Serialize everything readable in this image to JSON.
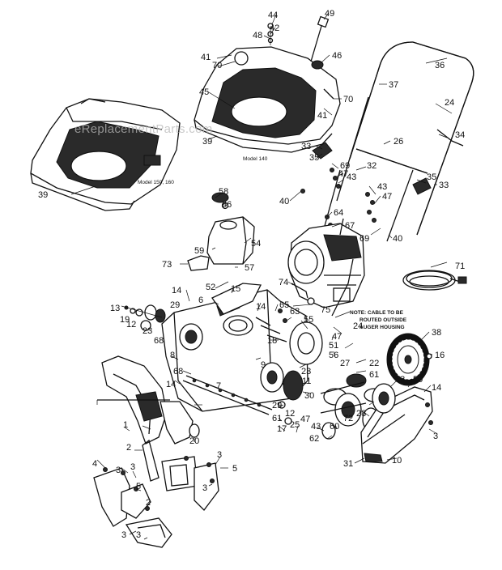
{
  "watermark": "eReplacementParts.com",
  "model_labels": {
    "model_150_160": "Model 150, 160",
    "model_140": "Model 140"
  },
  "note": {
    "line1": "NOTE: CABLE TO BE",
    "line2": "ROUTED OUTSIDE",
    "line3": "AUGER HOUSING"
  },
  "parts": [
    "1",
    "2",
    "3",
    "4",
    "5",
    "6",
    "7",
    "8",
    "9",
    "10",
    "11",
    "12",
    "13",
    "14",
    "15",
    "16",
    "17",
    "18",
    "19",
    "20",
    "22",
    "23",
    "24",
    "25",
    "26",
    "27",
    "28",
    "29",
    "30",
    "31",
    "32",
    "33",
    "34",
    "35",
    "36",
    "37",
    "38",
    "39",
    "40",
    "41",
    "42",
    "43",
    "44",
    "45",
    "46",
    "47",
    "48",
    "49",
    "50",
    "51",
    "52",
    "53",
    "54",
    "55",
    "56",
    "57",
    "58",
    "59",
    "60",
    "61",
    "62",
    "63",
    "64",
    "65",
    "66",
    "67",
    "68",
    "69",
    "70",
    "71",
    "72",
    "73",
    "74",
    "75"
  ]
}
